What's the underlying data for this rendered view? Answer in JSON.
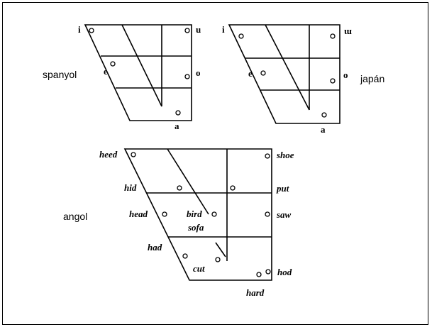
{
  "charts": {
    "spanish": {
      "title": "spanyol",
      "vowels": [
        "i",
        "u",
        "e",
        "o",
        "a"
      ]
    },
    "japanese": {
      "title": "japán",
      "vowels": [
        "i",
        "ɯ",
        "e",
        "o",
        "a"
      ]
    },
    "english": {
      "title": "angol",
      "words": [
        "heed",
        "shoe",
        "hid",
        "put",
        "head",
        "bird",
        "sofa",
        "saw",
        "had",
        "cut",
        "hod",
        "hard"
      ]
    }
  }
}
